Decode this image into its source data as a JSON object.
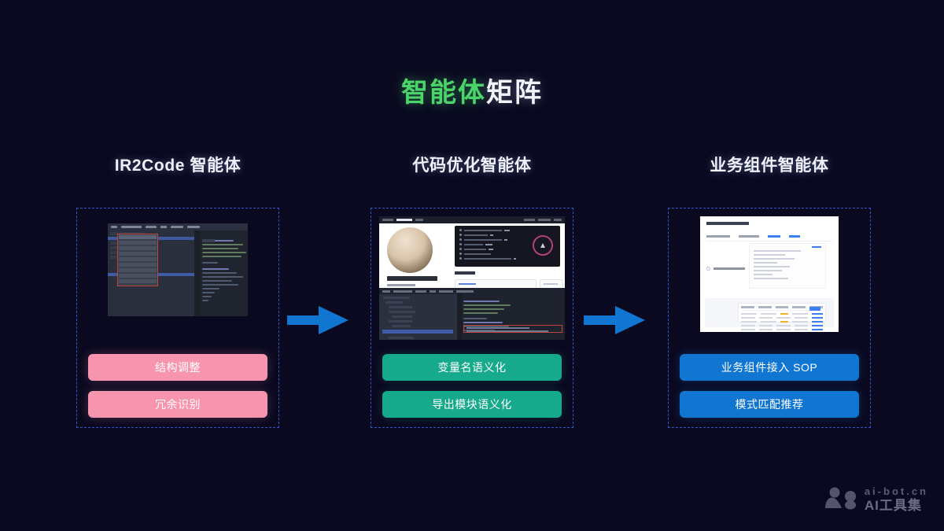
{
  "slide": {
    "title_accent": "智能体",
    "title_plain": "矩阵",
    "background_color": "#0a0920",
    "accent_green": "#4ad46a",
    "arrow_color": "#1176d1",
    "panel_border_color": "#2f57c8"
  },
  "columns": [
    {
      "heading": "IR2Code 智能体",
      "pill_color": "#f794ae",
      "pill_style": "pink",
      "thumbnail": "ide-dropdown-screenshot",
      "pills": [
        {
          "label": "结构调整"
        },
        {
          "label": "冗余识别"
        }
      ]
    },
    {
      "heading": "代码优化智能体",
      "pill_color": "#17a98c",
      "pill_style": "teal",
      "thumbnail": "profile-and-ide-screenshot",
      "pills": [
        {
          "label": "变量名语义化"
        },
        {
          "label": "导出模块语义化"
        }
      ]
    },
    {
      "heading": "业务组件智能体",
      "pill_color": "#1176d1",
      "pill_style": "blue",
      "thumbnail": "admin-table-screenshot",
      "pills": [
        {
          "label": "业务组件接入 SOP"
        },
        {
          "label": "模式匹配推荐"
        }
      ]
    }
  ],
  "arrows": [
    {
      "name": "flow-arrow-1",
      "direction": "right"
    },
    {
      "name": "flow-arrow-2",
      "direction": "right"
    }
  ],
  "watermark": {
    "domain": "ai-bot.cn",
    "name": "AI工具集"
  }
}
